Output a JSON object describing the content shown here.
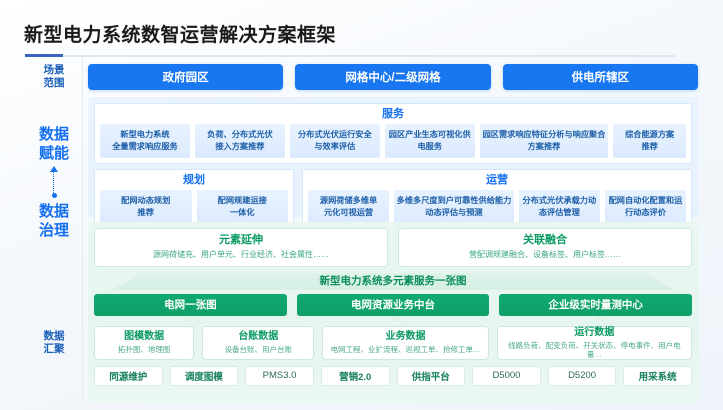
{
  "page": {
    "title": "新型电力系统数智运营解决方案框架"
  },
  "rail": {
    "items": [
      {
        "label": "场景\n范围",
        "line1": "场景",
        "line2": "范围",
        "size": "small"
      },
      {
        "label": "数据赋能",
        "line1": "数据",
        "line2": "赋能",
        "size": "big"
      },
      {
        "label": "数据治理",
        "line1": "数据",
        "line2": "治理",
        "size": "big"
      },
      {
        "label": "数据汇聚",
        "line1": "数据",
        "line2": "汇聚",
        "size": "small"
      }
    ]
  },
  "scope": {
    "buttons": [
      {
        "label": "政府园区"
      },
      {
        "label": "网格中心/二级网格"
      },
      {
        "label": "供电所辖区"
      }
    ]
  },
  "enablement": {
    "service": {
      "title": "服务",
      "cards": [
        {
          "line1": "新型电力系统",
          "line2": "全量需求响应服务"
        },
        {
          "line1": "负荷、分布式光伏",
          "line2": "接入方案推荐"
        },
        {
          "line1": "分布式光伏运行安全",
          "line2": "与效率评估"
        },
        {
          "line1": "园区产业生态可视化供",
          "line2": "电服务"
        },
        {
          "line1": "园区需求响应特征分析与响应聚合",
          "line2": "方案推荐"
        },
        {
          "line1": "综合能源方案",
          "line2": "推荐"
        }
      ]
    },
    "planning": {
      "title": "规划",
      "cards": [
        {
          "line1": "配网动态规划",
          "line2": "推荐"
        },
        {
          "line1": "配网规建运接",
          "line2": "一体化"
        }
      ]
    },
    "operation": {
      "title": "运营",
      "cards": [
        {
          "line1": "源网荷储多维单",
          "line2": "元化可视运营"
        },
        {
          "line1": "多维多尺度到户可靠性供给能力",
          "line2": "动态评估与预测"
        },
        {
          "line1": "分布式光伏承载力动",
          "line2": "态评估管理"
        },
        {
          "line1": "配网自动化配置和运",
          "line2": "行动态评价"
        }
      ]
    }
  },
  "governance": {
    "cards": [
      {
        "title": "元素延伸",
        "sub": "源网荷储充、用户单元、行业经济、社会属性……"
      },
      {
        "title": "关联融合",
        "sub": "营配调规建融合、设备标签、用户标签……"
      }
    ],
    "banner": "新型电力系统多元素服务一张图",
    "platform_buttons": [
      {
        "label": "电网一张图"
      },
      {
        "label": "电网资源业务中台"
      },
      {
        "label": "企业级实时量测中心"
      }
    ]
  },
  "aggregation": {
    "cards": [
      {
        "title": "图模数据",
        "sub": "拓扑图、地理图"
      },
      {
        "title": "台账数据",
        "sub": "设备台账、用户台账"
      },
      {
        "title": "业务数据",
        "sub": "电网工程、业扩流程、巡视工单、抢修工单…"
      },
      {
        "title": "运行数据",
        "sub": "线路负荷、配变负荷、开关状态、停电事件、用户电量…"
      }
    ],
    "systems": [
      {
        "label": "同源维护",
        "style": "bold"
      },
      {
        "label": "调度图模",
        "style": "bold"
      },
      {
        "label": "PMS3.0",
        "style": "plain"
      },
      {
        "label": "营销2.0",
        "style": "bold"
      },
      {
        "label": "供指平台",
        "style": "bold"
      },
      {
        "label": "D5000",
        "style": "plain"
      },
      {
        "label": "D5200",
        "style": "plain"
      },
      {
        "label": "用采系统",
        "style": "bold"
      }
    ]
  },
  "colors": {
    "blue_accent": "#1877f0",
    "blue_text": "#1570ef",
    "green_accent": "#0f9f69",
    "green_text": "#0d9b63",
    "title_rule": "#3b63c4"
  }
}
